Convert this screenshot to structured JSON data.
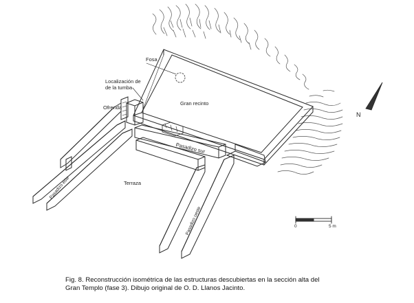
{
  "labels": {
    "fosa": "Fosa",
    "localizacion_line1": "Localización de",
    "localizacion_line2": "de la tumba",
    "ofrenda": "Ofrenda",
    "gran_recinto": "Gran recinto",
    "terraza": "Terraza",
    "pasadizo_sur": "Pasadizo sur",
    "pasadizo_este": "Pasadizo este",
    "pasadizo_oeste": "Pasadizo oeste"
  },
  "north": "N",
  "scale": {
    "start": "0",
    "end": "5 m"
  },
  "caption_line1": "Fig. 8. Reconstrucción isométrica de las estructuras descubiertas en la sección alta del",
  "caption_line2": "Gran Templo (fase 3). Dibujo original de O. D. Llanos Jacinto."
}
